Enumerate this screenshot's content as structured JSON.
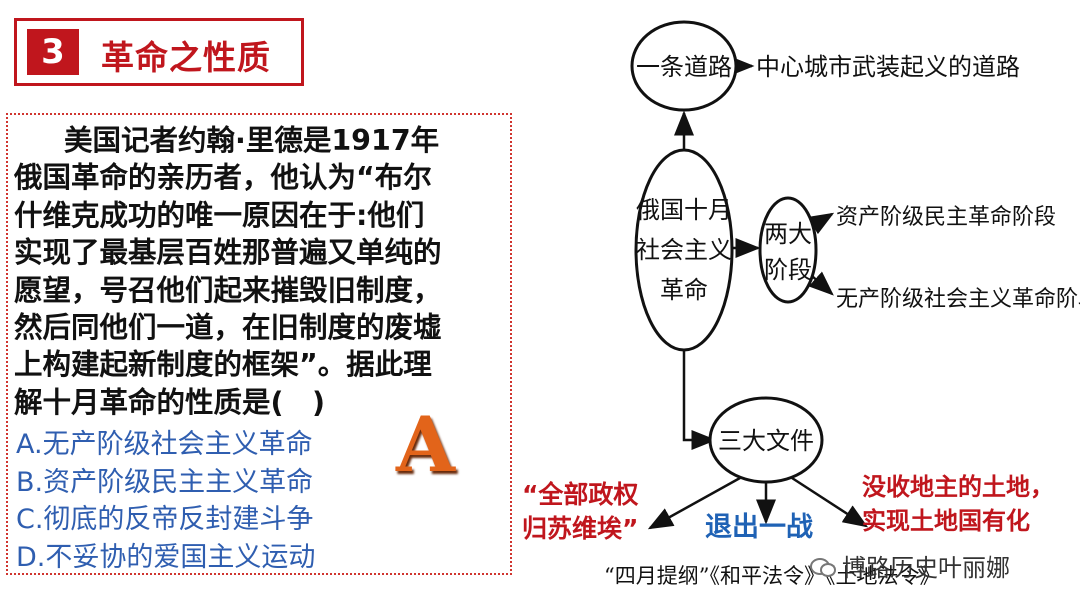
{
  "header": {
    "number": "3",
    "title": "革命之性质"
  },
  "question": {
    "lines": [
      "美国记者约翰·里德是1917年",
      "俄国革命的亲历者，他认为“布尔",
      "什维克成功的唯一原因在于:他们",
      "实现了最基层百姓那普遍又单纯的",
      "愿望，号召他们起来摧毁旧制度，",
      "然后同他们一道，在旧制度的废墟",
      "上构建起新制度的框架”。据此理",
      "解十月革命的性质是(　)"
    ],
    "options": [
      "A.无产阶级社会主义革命",
      "B.资产阶级民主主义革命",
      "C.彻底的反帝反封建斗争",
      "D.不妥协的爱国主义运动"
    ],
    "answer": "A"
  },
  "diagram": {
    "top_node": "一条道路",
    "top_result": "中心城市武装起义的道路",
    "center_node": [
      "俄国十月",
      "社会主义",
      "革命"
    ],
    "stage_node": [
      "两大",
      "阶段"
    ],
    "stage_1": "资产阶级民主革命阶段",
    "stage_2": "无产阶级社会主义革命阶段",
    "docs_node": "三大文件",
    "left_label": [
      "“全部政权",
      "归苏维埃”"
    ],
    "middle_label": "退出一战",
    "right_label": [
      "没收地主的土地，",
      "实现土地国有化"
    ],
    "docs_list": "“四月提纲”《和平法令》《土地法令》"
  },
  "watermark": "博路历史叶丽娜",
  "colors": {
    "accent_red": "#c0161d",
    "option_blue": "#2f5eb0",
    "answer_orange": "#e2641a"
  }
}
